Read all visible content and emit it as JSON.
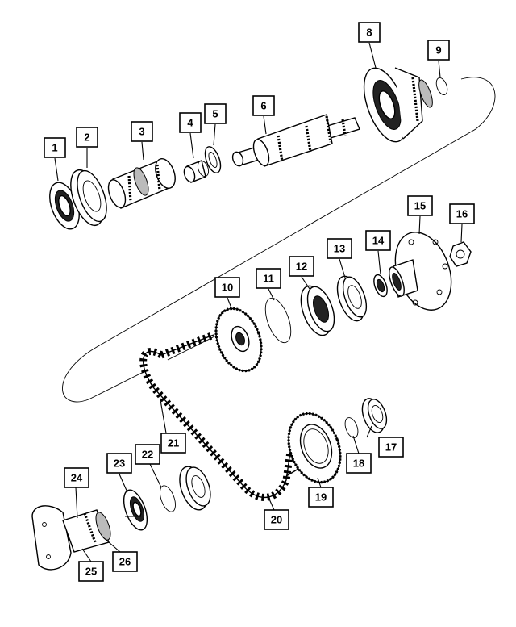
{
  "diagram": {
    "part_labels": [
      "1",
      "2",
      "3",
      "4",
      "5",
      "6",
      "8",
      "9",
      "10",
      "11",
      "12",
      "13",
      "14",
      "15",
      "16",
      "17",
      "18",
      "19",
      "20",
      "21",
      "22",
      "23",
      "24",
      "25",
      "26"
    ]
  }
}
